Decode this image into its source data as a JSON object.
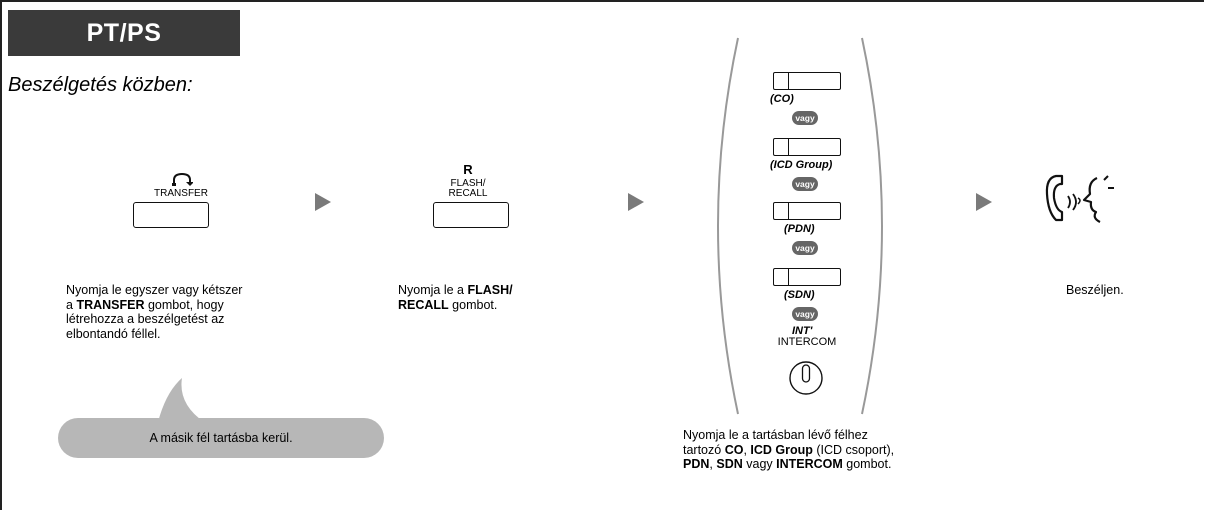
{
  "header": {
    "title": "PT/PS"
  },
  "context": "Beszélgetés közben:",
  "step1": {
    "key_label": "TRANSFER",
    "desc_1": "Nyomja le egyszer vagy kétszer",
    "desc_2a": "a ",
    "desc_2b": "TRANSFER",
    "desc_2c": " gombot, hogy",
    "desc_3": "létrehozza a beszélgetést az",
    "desc_4": "elbontandó féllel."
  },
  "bubble": "A másik fél tartásba kerül.",
  "step2": {
    "key_letter": "R",
    "key_label_1": "FLASH/",
    "key_label_2": "RECALL",
    "desc_1a": "Nyomja le a ",
    "desc_1b": "FLASH/",
    "desc_2a": "RECALL",
    "desc_2b": " gombot."
  },
  "step3": {
    "keys": [
      "(CO)",
      "(ICD Group)",
      "(PDN)",
      "(SDN)"
    ],
    "separator": "vagy",
    "int_label": "INT'",
    "intercom_label": "INTERCOM",
    "desc_1": "Nyomja le a tartásban lévő félhez",
    "desc_2a": "tartozó ",
    "desc_2b": "CO",
    "desc_2c": ", ",
    "desc_2d": "ICD Group",
    "desc_2e": " (ICD csoport),",
    "desc_3a": "PDN",
    "desc_3b": ", ",
    "desc_3c": "SDN",
    "desc_3d": " vagy ",
    "desc_3e": "INTERCOM",
    "desc_3f": " gombot."
  },
  "step4": {
    "desc": "Beszéljen."
  },
  "icons": {
    "transfer": "transfer-arrow-icon",
    "talk": "handset-talking-icon",
    "intercom": "intercom-dial-icon",
    "arrow": "step-arrow-icon"
  },
  "colors": {
    "title_bg": "#3a3a3a",
    "bubble": "#b7b7b7",
    "vagy": "#666666",
    "arrow": "#7a7a7a"
  }
}
